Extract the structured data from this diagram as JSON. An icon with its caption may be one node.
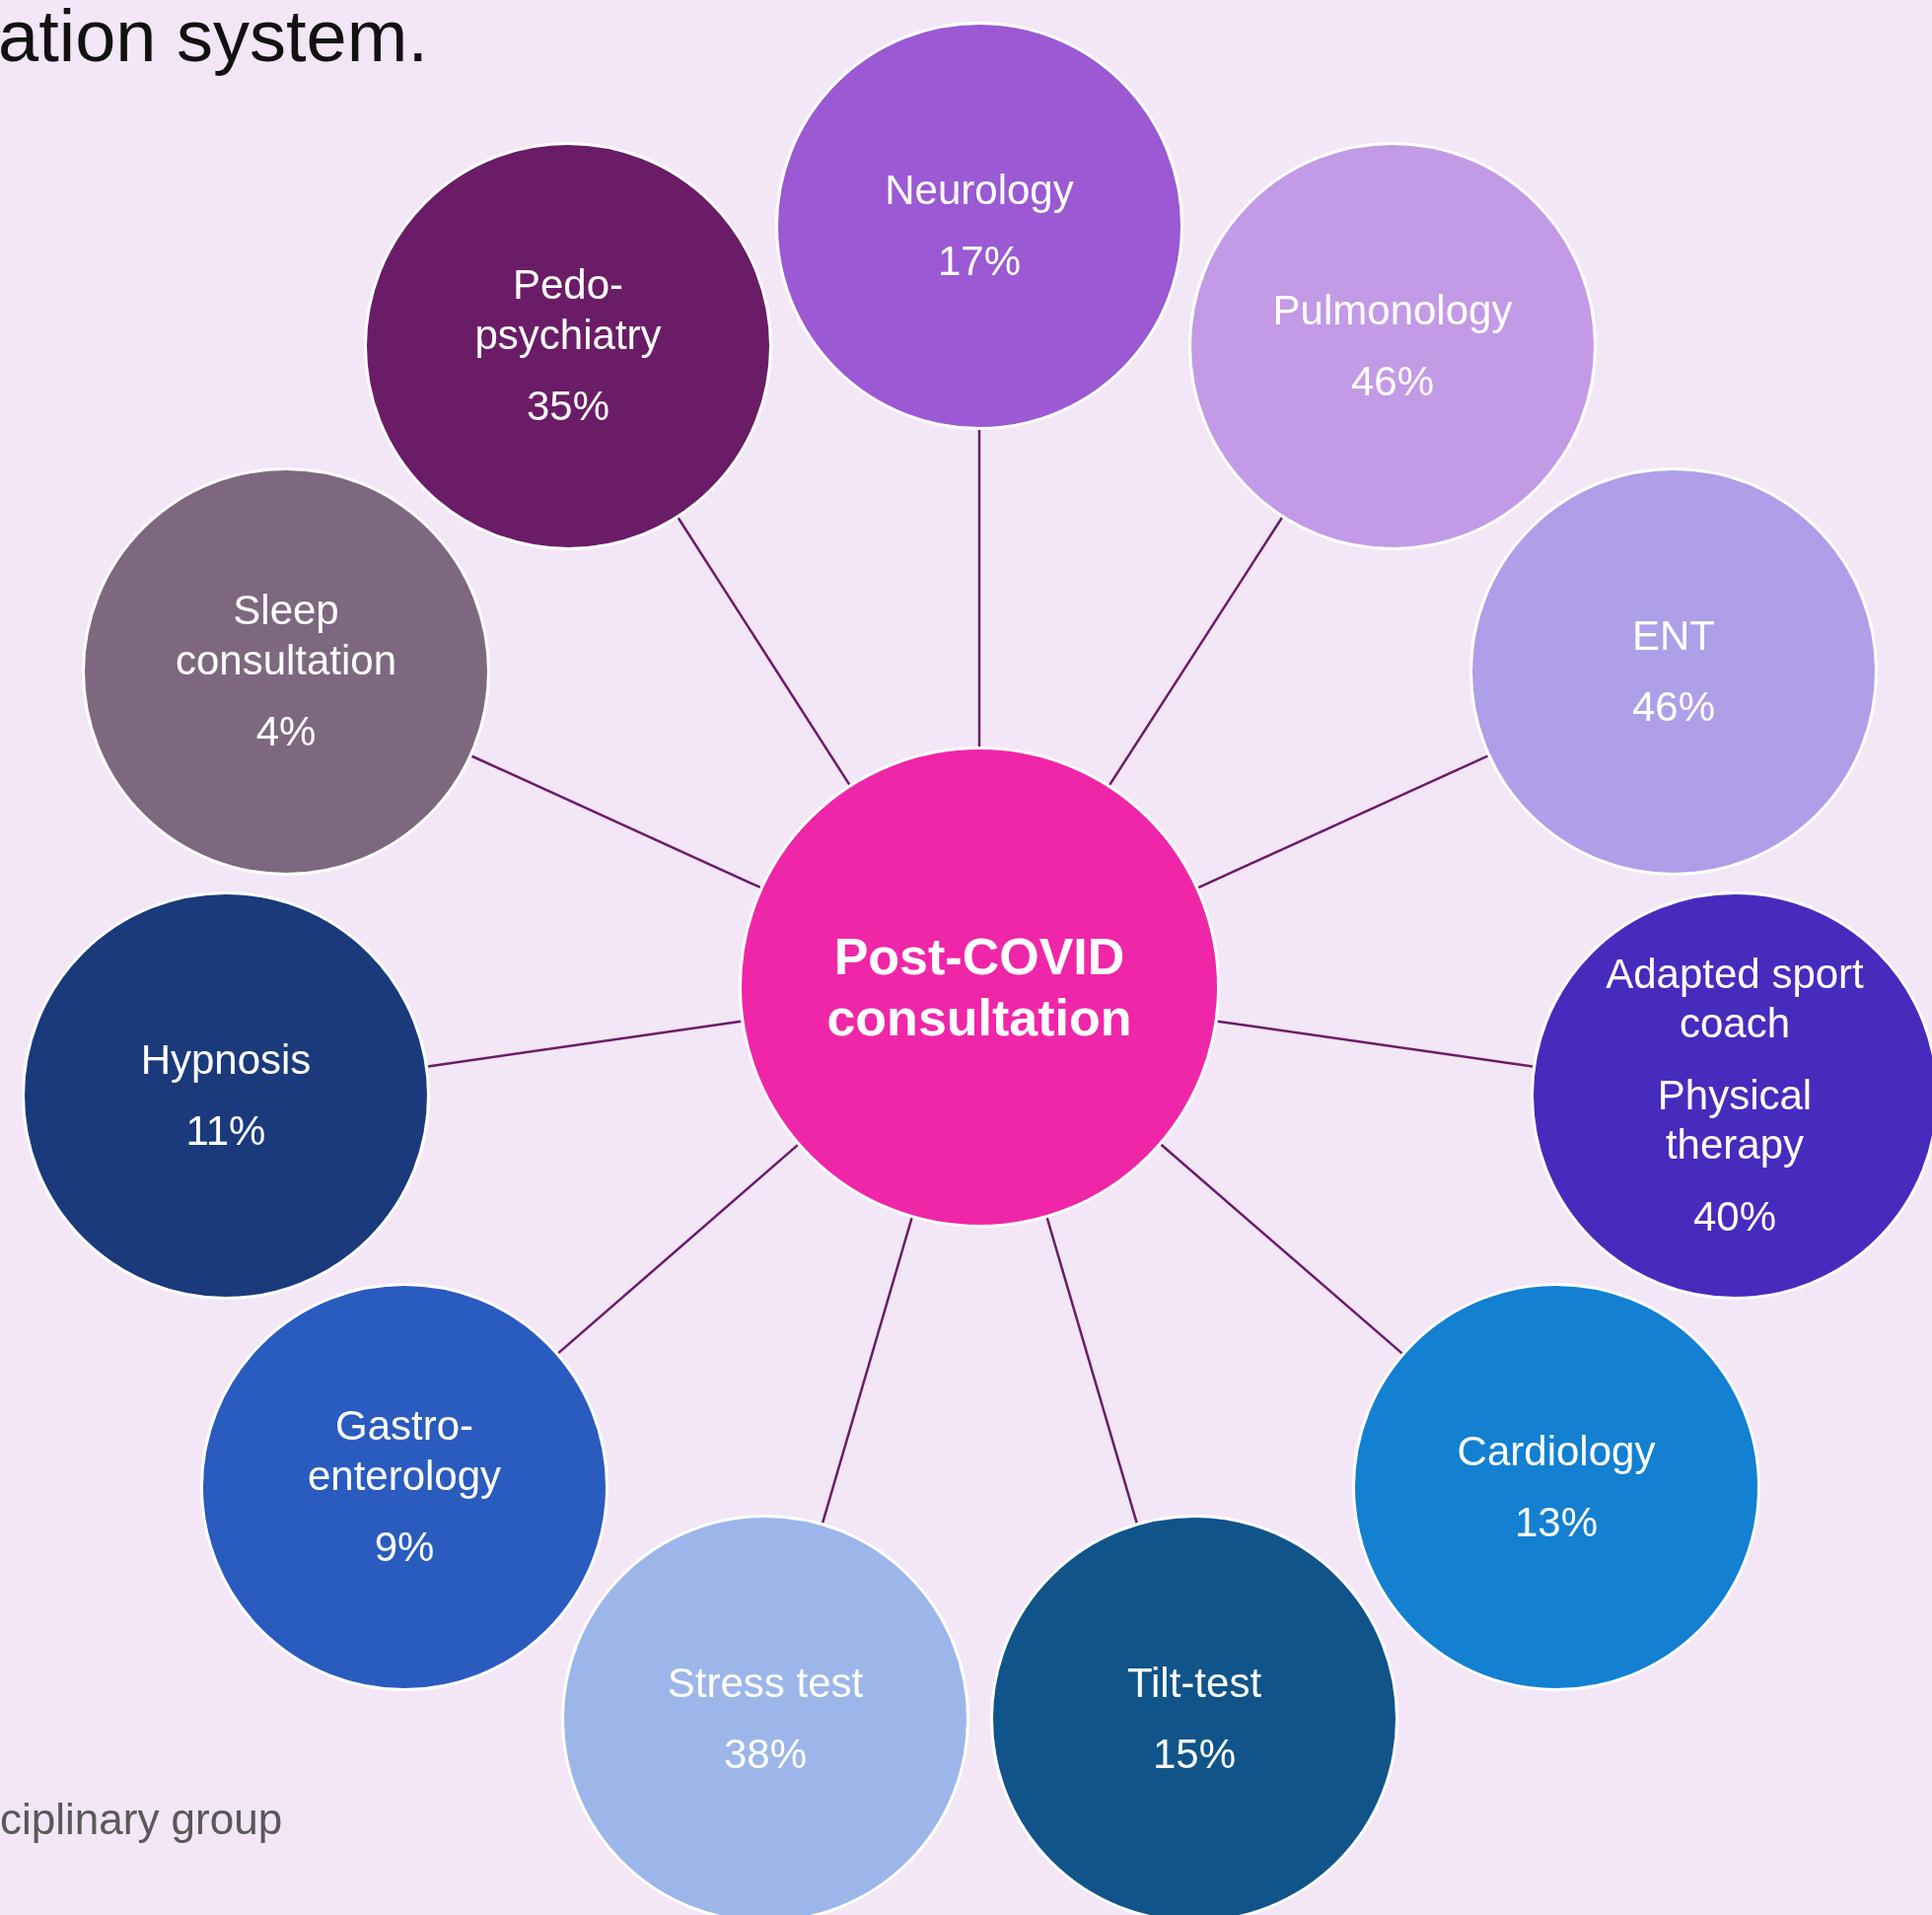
{
  "diagram": {
    "title": "ation system.",
    "caption": "ciplinary group",
    "nodes": [
      {
        "text": [
          "Post-COVID consultation"
        ]
      },
      {
        "text": [
          "Neurology",
          "17%"
        ]
      },
      {
        "text": [
          "Pulmonology",
          "46%"
        ]
      },
      {
        "text": [
          "ENT",
          "46%"
        ]
      },
      {
        "text": [
          "Adapted sport coach",
          "Physical therapy",
          "40%"
        ]
      },
      {
        "text": [
          "Cardiology",
          "13%"
        ]
      },
      {
        "text": [
          "Tilt-test",
          "15%"
        ]
      },
      {
        "text": [
          "Stress test",
          "38%"
        ]
      },
      {
        "text": [
          "Gastro- enterology",
          "9%"
        ]
      },
      {
        "text": [
          "Hypnosis",
          "11%"
        ]
      },
      {
        "text": [
          "Sleep consultation",
          "4%"
        ]
      },
      {
        "text": [
          "Pedo- psychiatry",
          "35%"
        ]
      }
    ],
    "edges": [
      {
        "from": 0,
        "to": 1,
        "arrow": "none"
      },
      {
        "from": 0,
        "to": 2,
        "arrow": "none"
      },
      {
        "from": 0,
        "to": 3,
        "arrow": "none"
      },
      {
        "from": 0,
        "to": 4,
        "arrow": "none"
      },
      {
        "from": 0,
        "to": 5,
        "arrow": "none"
      },
      {
        "from": 0,
        "to": 6,
        "arrow": "none"
      },
      {
        "from": 0,
        "to": 7,
        "arrow": "none"
      },
      {
        "from": 0,
        "to": 8,
        "arrow": "none"
      },
      {
        "from": 0,
        "to": 9,
        "arrow": "none"
      },
      {
        "from": 0,
        "to": 10,
        "arrow": "none"
      },
      {
        "from": 0,
        "to": 11,
        "arrow": "none"
      }
    ]
  }
}
